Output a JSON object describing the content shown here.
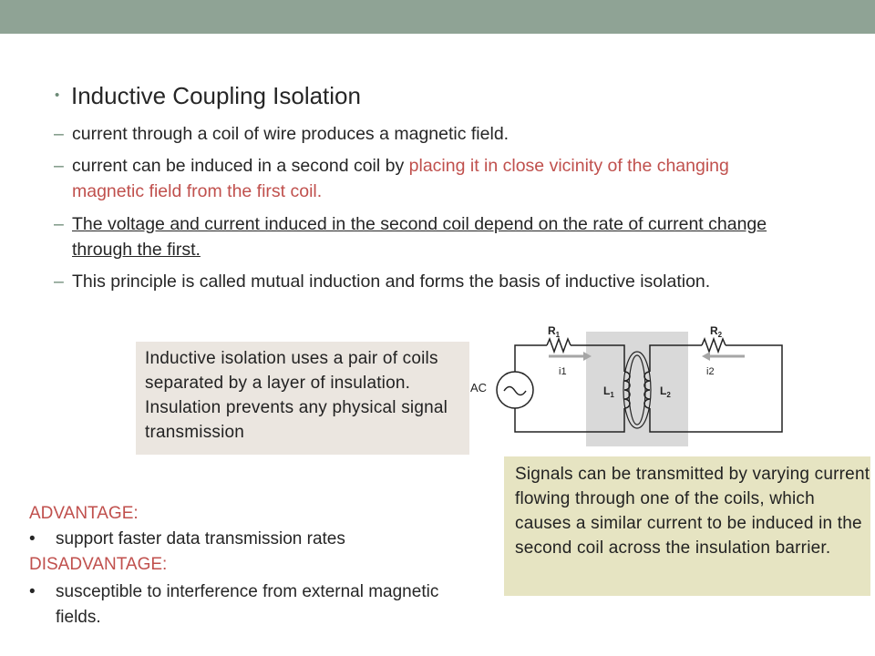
{
  "slide": {
    "title": "Inductive Coupling Isolation",
    "points": [
      {
        "text": "current through a coil of wire produces a magnetic field."
      },
      {
        "prefix": "current can be induced in a second coil by ",
        "highlight": "placing it in close vicinity of the changing magnetic field from the first coil."
      },
      {
        "text": "The voltage and current induced in the second coil depend on the rate of current change through the first."
      },
      {
        "text": "This principle is called mutual induction and forms the basis of inductive isolation."
      }
    ]
  },
  "callouts": {
    "left": "Inductive isolation uses a pair of coils separated by a layer of insulation. Insulation prevents any physical signal transmission",
    "right": "Signals can be transmitted by varying current flowing through one of the coils, which causes a similar current to be induced in the second coil across the insulation barrier."
  },
  "pros_cons": {
    "advantage_heading": "ADVANTAGE:",
    "advantage_item": "support faster data transmission rates",
    "disadvantage_heading": "DISADVANTAGE:",
    "disadvantage_item": "susceptible to interference from external magnetic fields."
  },
  "diagram": {
    "source_label": "AC",
    "r1": "R",
    "r1_sub": "1",
    "r2": "R",
    "r2_sub": "2",
    "l1": "L",
    "l1_sub": "1",
    "l2": "L",
    "l2_sub": "2",
    "i1": "i1",
    "i2": "i2"
  },
  "colors": {
    "top_bar": "#8fa395",
    "accent_red": "#c0504d",
    "callout_left_bg": "#ebe6e0",
    "callout_right_bg": "#e6e4c2"
  }
}
